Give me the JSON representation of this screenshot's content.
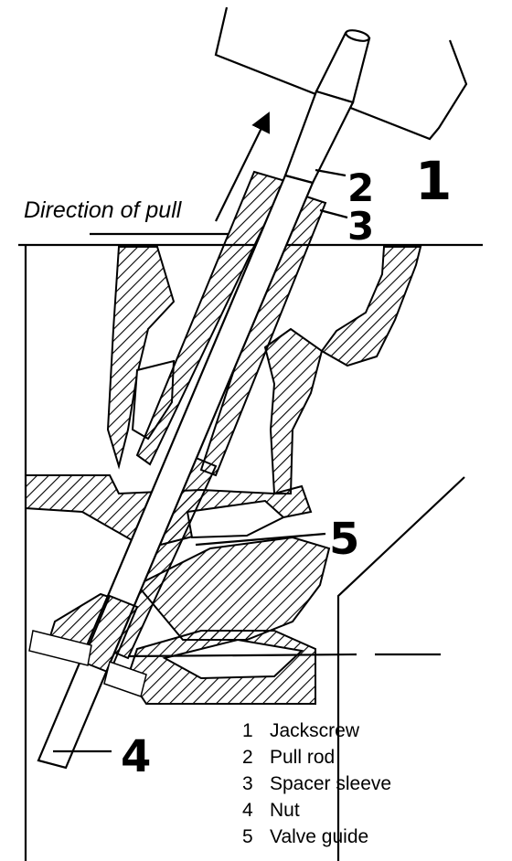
{
  "diagram": {
    "direction_label": "Direction of pull",
    "callouts": [
      "1",
      "2",
      "3",
      "4",
      "5"
    ],
    "legend": [
      {
        "num": "1",
        "text": "Jackscrew"
      },
      {
        "num": "2",
        "text": "Pull rod"
      },
      {
        "num": "3",
        "text": "Spacer sleeve"
      },
      {
        "num": "4",
        "text": "Nut"
      },
      {
        "num": "5",
        "text": "Valve guide"
      }
    ],
    "colors": {
      "ink": "#000000",
      "paper": "#ffffff"
    }
  }
}
